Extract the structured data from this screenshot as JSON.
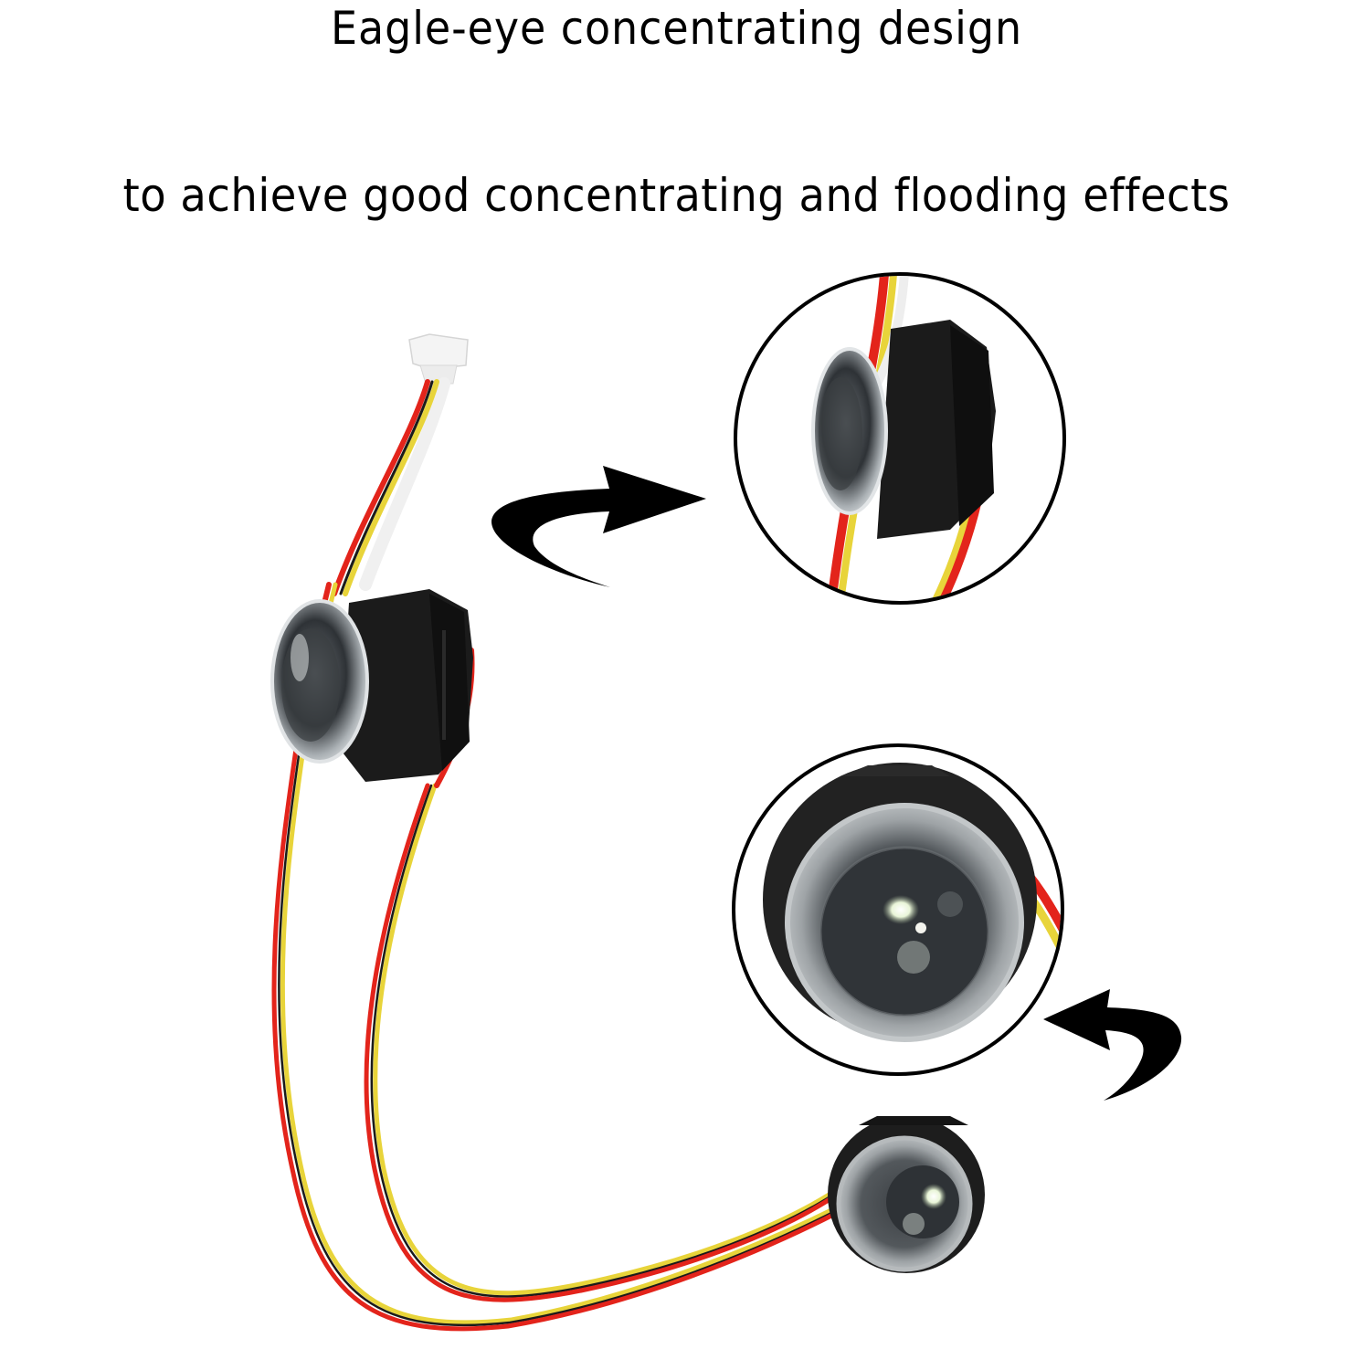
{
  "headline": {
    "line1": "Eagle-eye concentrating design",
    "line2": "to achieve good concentrating and flooding effects"
  },
  "product": {
    "components": [
      "connector-plug",
      "wire-harness",
      "led-light-module",
      "led-light-module"
    ],
    "callouts": [
      "side-view-lens-detail",
      "front-view-lit-led-detail"
    ]
  },
  "colors": {
    "background": "#ffffff",
    "text": "#000000",
    "wire_red": "#e3241b",
    "wire_black": "#1a1a1a",
    "wire_yellow": "#e8d43a",
    "wire_white": "#f2f2f2",
    "housing": "#1b1b1b",
    "lens": "#c9cdd0",
    "led": "#f4fbe9"
  }
}
